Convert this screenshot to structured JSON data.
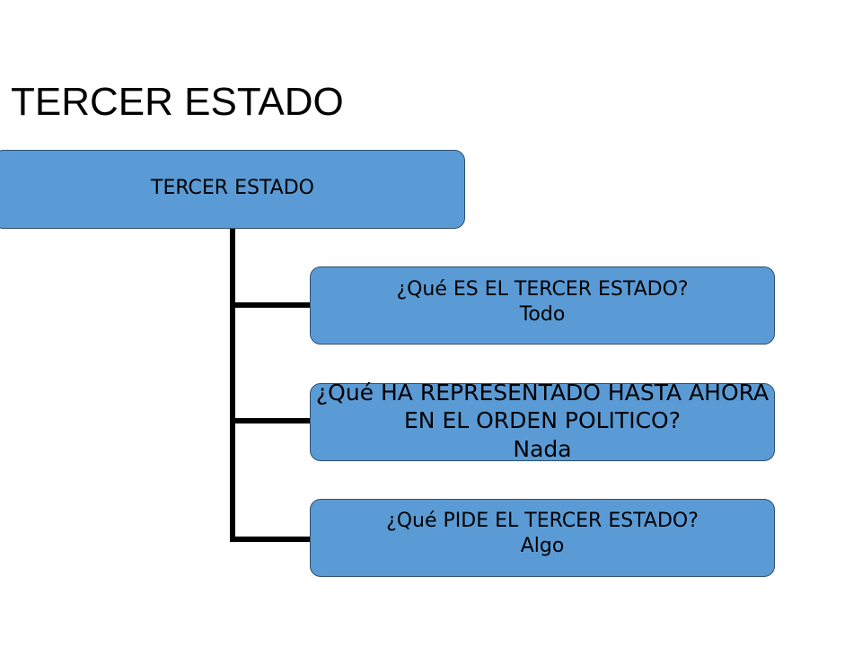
{
  "slide": {
    "title": "TERCER ESTADO"
  },
  "diagram": {
    "root": {
      "label": "TERCER ESTADO"
    },
    "children": [
      {
        "question": "¿Qué ES EL TERCER ESTADO?",
        "answer": "Todo"
      },
      {
        "question_line1": "¿Qué HA REPRESENTADO HASTA AHORA",
        "question_line2": "EN EL ORDEN POLITICO?",
        "answer": "Nada"
      },
      {
        "question": "¿Qué PIDE EL TERCER ESTADO?",
        "answer": "Algo"
      }
    ]
  },
  "colors": {
    "box_fill": "#5b9bd5",
    "box_border": "#2f4f6f",
    "connector": "#000000"
  }
}
